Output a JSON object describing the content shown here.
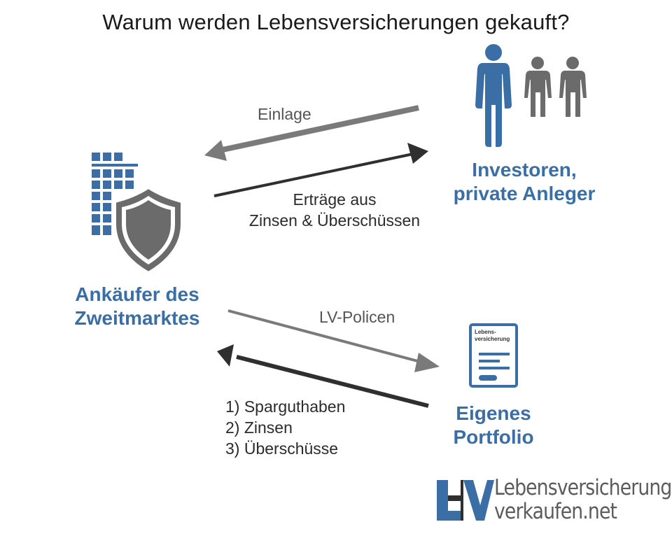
{
  "title": "Warum werden Lebensversicherungen gekauft?",
  "buyer": {
    "line1": "Ankäufer des",
    "line2": "Zweitmarktes"
  },
  "investors": {
    "line1": "Investoren,",
    "line2": "private Anleger"
  },
  "portfolio": {
    "line1": "Eigenes",
    "line2": "Portfolio"
  },
  "arrows": {
    "einlage": "Einlage",
    "ertraege_line1": "Erträge aus",
    "ertraege_line2": "Zinsen & Überschüssen",
    "lv_policen": "LV-Policen",
    "returns": [
      "1) Sparguthaben",
      "2) Zinsen",
      "3) Überschüsse"
    ]
  },
  "document_icon": {
    "line1": "Lebens-",
    "line2": "versicherung"
  },
  "brand": {
    "logo_letters": "LV",
    "line1": "Lebensversicherung-",
    "line2": "verkaufen.net"
  },
  "colors": {
    "blue": "#3a6ea5",
    "gray": "#6b6b6b",
    "dark": "#2f2f2f",
    "light_gray": "#7a7a7a"
  }
}
